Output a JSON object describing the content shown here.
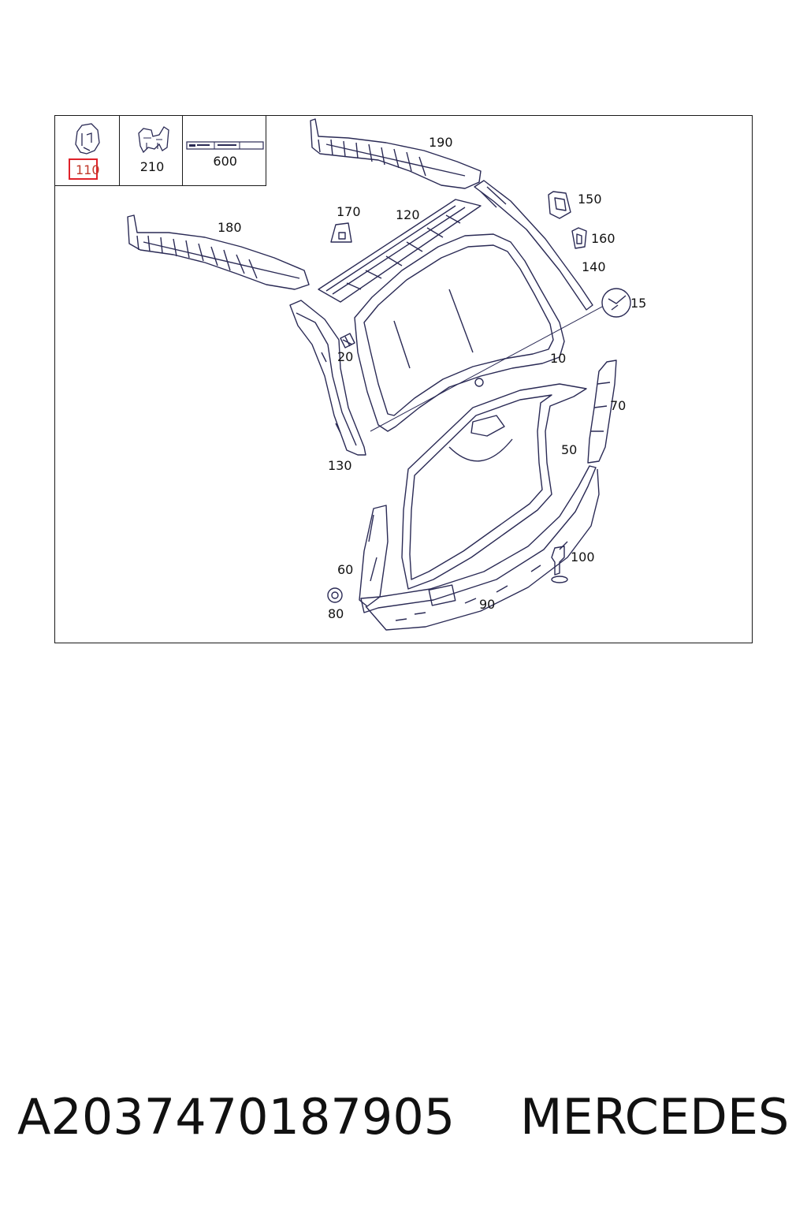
{
  "legend": {
    "cells": [
      {
        "label": "110",
        "icon": "clip-icon",
        "highlighted": true
      },
      {
        "label": "210",
        "icon": "bracket-icon",
        "highlighted": false
      },
      {
        "label": "600",
        "icon": "label-strip-icon",
        "highlighted": false
      }
    ]
  },
  "callouts": {
    "c190": "190",
    "c150": "150",
    "c170": "170",
    "c120": "120",
    "c180": "180",
    "c160": "160",
    "c140": "140",
    "c15": "15",
    "c20": "20",
    "c10": "10",
    "c70": "70",
    "c50": "50",
    "c130": "130",
    "c100": "100",
    "c60": "60",
    "c80": "80",
    "c90": "90"
  },
  "footer": {
    "part_number": "A2037470187905",
    "brand": "MERCEDES"
  },
  "colors": {
    "line": "#2a2a55",
    "highlight": "#e0222a",
    "highlight_text": "#c0392b"
  }
}
